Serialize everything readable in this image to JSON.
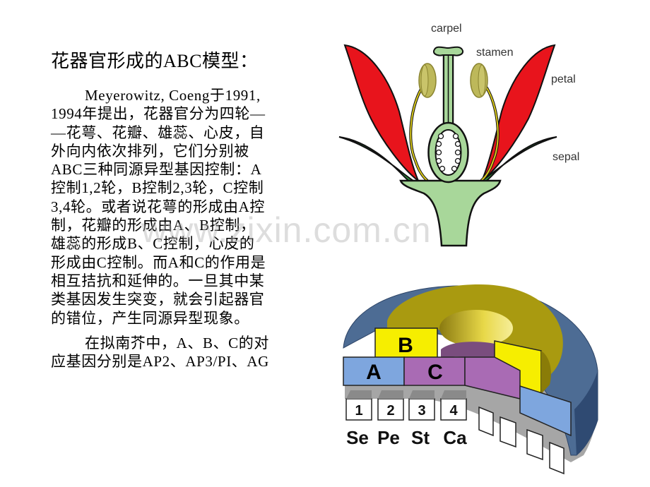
{
  "slide": {
    "title": "花器官形成的ABC模型：",
    "paragraph1_lines": [
      "Meyerowitz, Coeng于1991,",
      "1994年提出，花器官分为四轮—",
      "—花萼、花瓣、雄蕊、心皮，自",
      "外向内依次排列，它们分别被",
      "ABC三种同源异型基因控制：A",
      "控制1,2轮，B控制2,3轮，C控制",
      "3,4轮。或者说花萼的形成由A控",
      "制，花瓣的形成由A、B控制，",
      "雄蕊的形成B、C控制，心皮的",
      "形成由C控制。而A和C的作用是",
      "相互拮抗和延伸的。一旦其中某",
      "类基因发生突变，就会引起器官",
      "的错位，产生同源异型现象。"
    ],
    "paragraph2_lines": [
      "在拟南芥中，A、B、C的对",
      "应基因分别是AP2、AP3/PI、AG"
    ]
  },
  "watermark": "www.zixin.com.cn",
  "flower_diagram": {
    "labels": {
      "carpel": "carpel",
      "stamen": "stamen",
      "petal": "petal",
      "sepal": "sepal"
    },
    "colors": {
      "petal": "#e8141c",
      "sepal": "#2e9a3e",
      "receptacle": "#a8d79a",
      "anther": "#bdb85a",
      "filament": "#d8c81a",
      "outline": "#111111"
    }
  },
  "abc_diagram": {
    "gene_labels": {
      "a": "A",
      "b": "B",
      "c": "C"
    },
    "whorl_numbers": [
      "1",
      "2",
      "3",
      "4"
    ],
    "whorl_names": [
      "Se",
      "Pe",
      "St",
      "Ca"
    ],
    "colors": {
      "a": "#7ea6de",
      "b": "#f6ee00",
      "b_top": "#a99a10",
      "c": "#a96bb4",
      "outer_ring": "#4d6c94",
      "whorl_box": "#ffffff",
      "whorl_shadow": "#a6a6a6"
    }
  }
}
